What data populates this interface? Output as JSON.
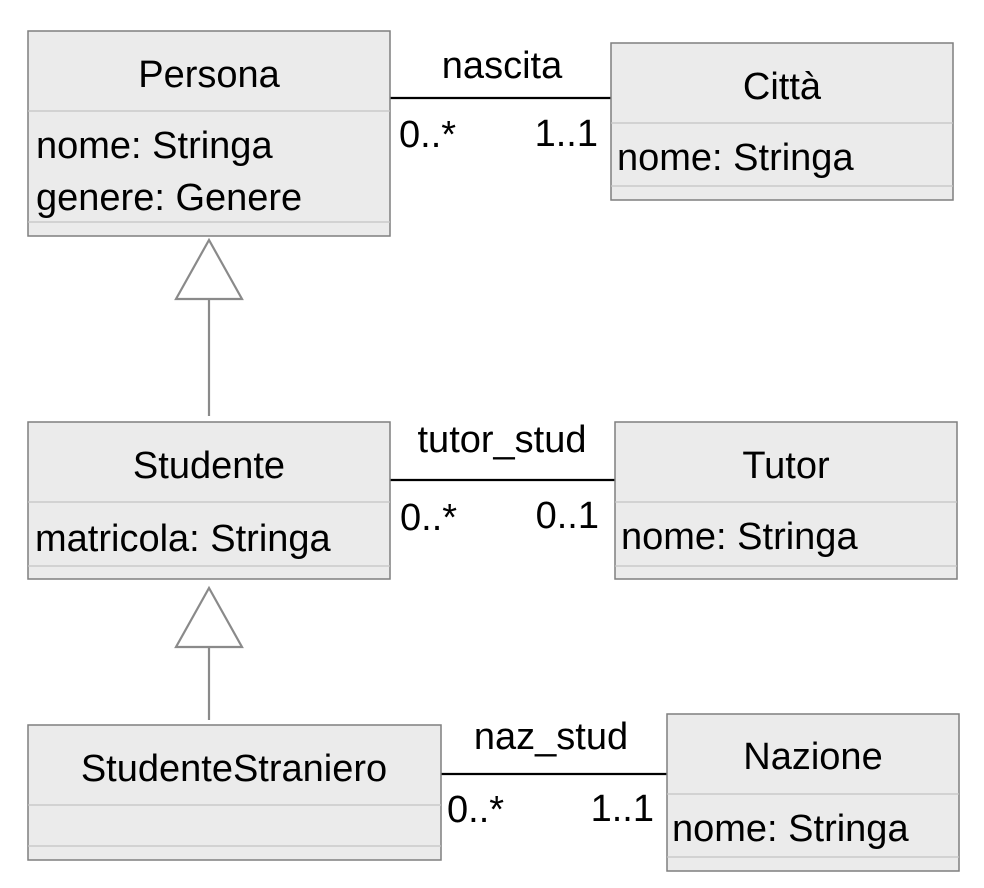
{
  "classes": {
    "persona": {
      "name": "Persona",
      "attributes": [
        "nome: Stringa",
        "genere: Genere"
      ]
    },
    "citta": {
      "name": "Città",
      "attributes": [
        "nome: Stringa"
      ]
    },
    "studente": {
      "name": "Studente",
      "attributes": [
        "matricola: Stringa"
      ]
    },
    "tutor": {
      "name": "Tutor",
      "attributes": [
        "nome: Stringa"
      ]
    },
    "studente_straniero": {
      "name": "StudenteStraniero",
      "attributes": []
    },
    "nazione": {
      "name": "Nazione",
      "attributes": [
        "nome: Stringa"
      ]
    }
  },
  "associations": {
    "nascita": {
      "name": "nascita",
      "source": "Persona",
      "target": "Città",
      "source_mult": "0..*",
      "target_mult": "1..1"
    },
    "tutor_stud": {
      "name": "tutor_stud",
      "source": "Studente",
      "target": "Tutor",
      "source_mult": "0..*",
      "target_mult": "0..1"
    },
    "naz_stud": {
      "name": "naz_stud",
      "source": "StudenteStraniero",
      "target": "Nazione",
      "source_mult": "0..*",
      "target_mult": "1..1"
    }
  },
  "generalizations": [
    {
      "child": "Studente",
      "parent": "Persona"
    },
    {
      "child": "StudenteStraniero",
      "parent": "Studente"
    }
  ]
}
